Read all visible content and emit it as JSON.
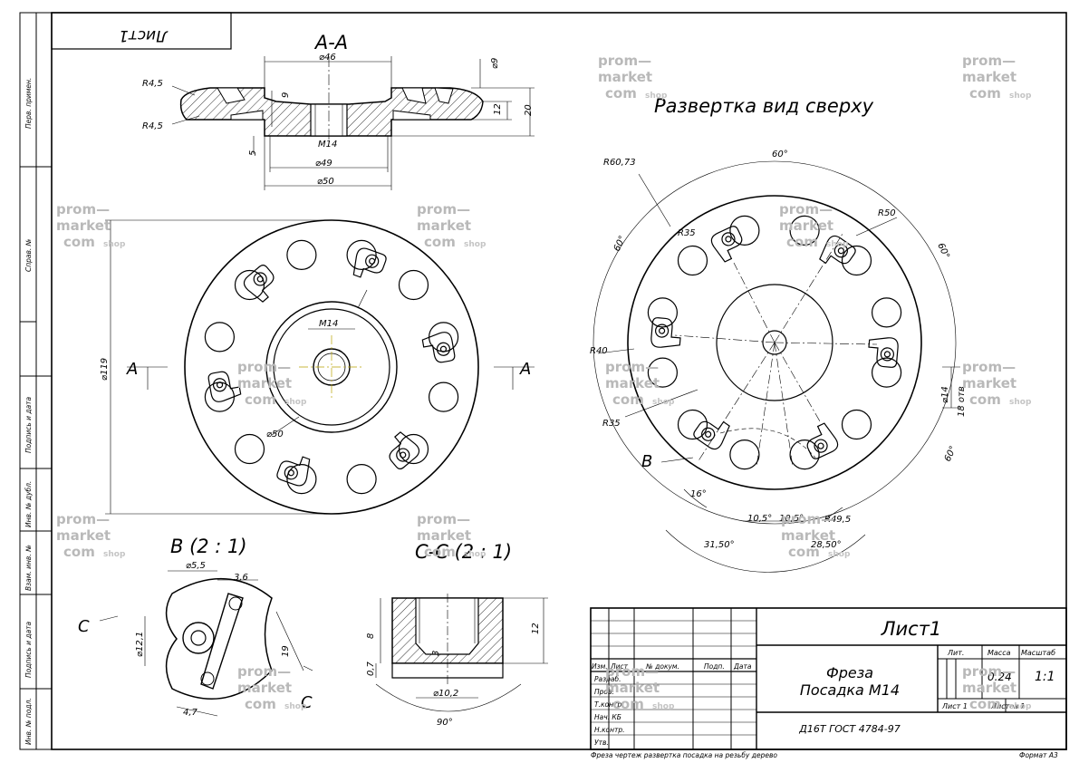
{
  "sheet": {
    "stamp_title": "Лист1",
    "side_labels": [
      "Перв. примен.",
      "Справ. №",
      "Подпись и дата",
      "Инв. № дубл.",
      "Взам. инв. №",
      "Подпись и дата",
      "Инв. № подл."
    ],
    "footer_left": "Фреза чертеж развертка посадка на резьбу дерево",
    "footer_right": "Формат А3"
  },
  "views": {
    "section_aa": {
      "title": "А-А",
      "dims": [
        "R4,5",
        "R4,5",
        "⌀46",
        "9",
        "12",
        "20",
        "⌀9",
        "M14",
        "5",
        "⌀49",
        "⌀50"
      ]
    },
    "top_view": {
      "dims": [
        "⌀119",
        "M14",
        "⌀50"
      ],
      "cut_label_left": "А",
      "cut_label_right": "А"
    },
    "development": {
      "title": "Развертка вид сверху",
      "dims": [
        "R60,73",
        "60°",
        "R35",
        "R50",
        "60°",
        "60°",
        "R40",
        "R35",
        "⌀14",
        "18 отв",
        "60°",
        "16°",
        "10,5°",
        "10,5°",
        "R49,5",
        "31,50°",
        "28,50°"
      ],
      "detail_label": "В"
    },
    "detail_b": {
      "title": "В (2 : 1)",
      "dims": [
        "⌀5,5",
        "3,6",
        "⌀12,1",
        "19",
        "4,7"
      ],
      "cut_left": "С",
      "cut_right": "С"
    },
    "section_cc": {
      "title": "С-С (2 : 1)",
      "dims": [
        "8",
        "12",
        "3",
        "0,7",
        "⌀10,2",
        "90°"
      ]
    }
  },
  "title_block": {
    "sheet_name": "Лист1",
    "designation_line1": "Фреза",
    "designation_line2": "Посадка М14",
    "material": "Д16Т ГОСТ 4784-97",
    "col_headers": [
      "Изм.",
      "Лист",
      "№ докум.",
      "Подп.",
      "Дата"
    ],
    "row_labels": [
      "Разраб.",
      "Пров.",
      "Т.контр.",
      "Нач. КБ",
      "Н.контр.",
      "Утв."
    ],
    "lit_label": "Лит.",
    "mass_label": "Масса",
    "scale_label": "Масштаб",
    "mass_value": "0.24",
    "scale_value": "1:1",
    "sheet_label": "Лист 1",
    "sheets_label": "Листов 1"
  },
  "watermark": {
    "line1": "prom—",
    "line2": "market",
    "line3": "com",
    "suffix": "shop"
  }
}
